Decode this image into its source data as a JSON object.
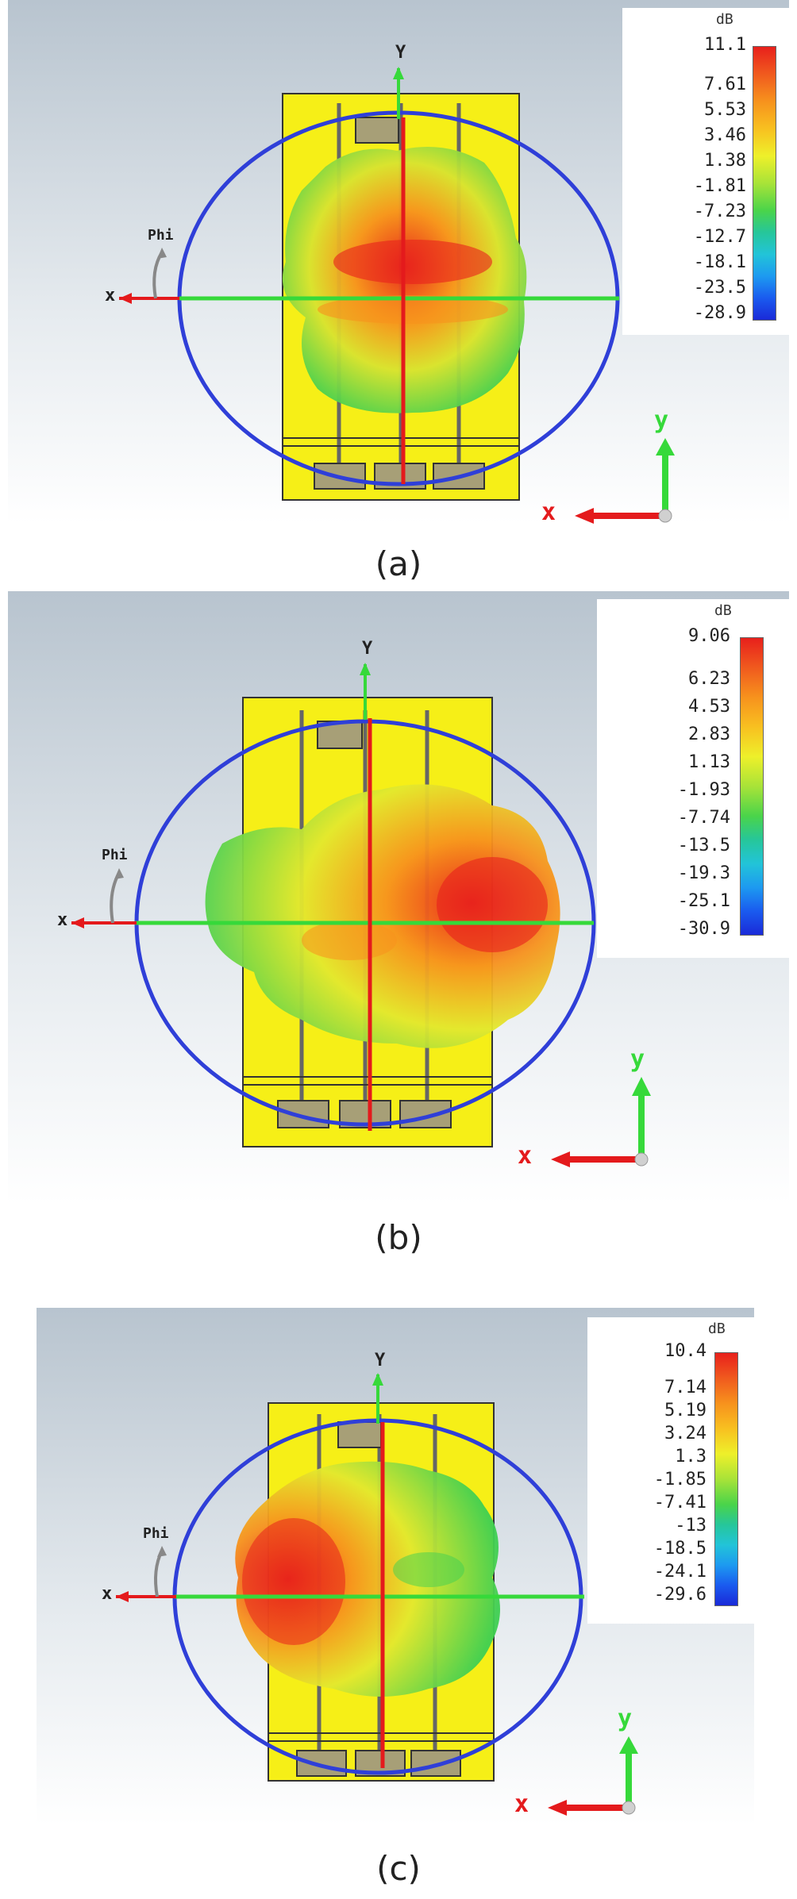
{
  "unit": "dB",
  "axis_labels": {
    "y": "Y",
    "x": "x",
    "phi": "Phi"
  },
  "triad_labels": {
    "x": "x",
    "y": "y"
  },
  "colors": {
    "substrate": "#f6ef17",
    "ring": "#2f3fd8",
    "axis_green": "#36d93a",
    "axis_red": "#e41a1c",
    "port": "#a79f77"
  },
  "panels": [
    {
      "caption": "(a)",
      "ticks": [
        "11.1",
        "7.61",
        "5.53",
        "3.46",
        "1.38",
        "-1.81",
        "-7.23",
        "-12.7",
        "-18.1",
        "-23.5",
        "-28.9"
      ]
    },
    {
      "caption": "(b)",
      "ticks": [
        "9.06",
        "6.23",
        "4.53",
        "2.83",
        "1.13",
        "-1.93",
        "-7.74",
        "-13.5",
        "-19.3",
        "-25.1",
        "-30.9"
      ]
    },
    {
      "caption": "(c)",
      "ticks": [
        "10.4",
        "7.14",
        "5.19",
        "3.24",
        "1.3",
        "-1.85",
        "-7.41",
        "-13",
        "-18.5",
        "-24.1",
        "-29.6"
      ]
    }
  ]
}
